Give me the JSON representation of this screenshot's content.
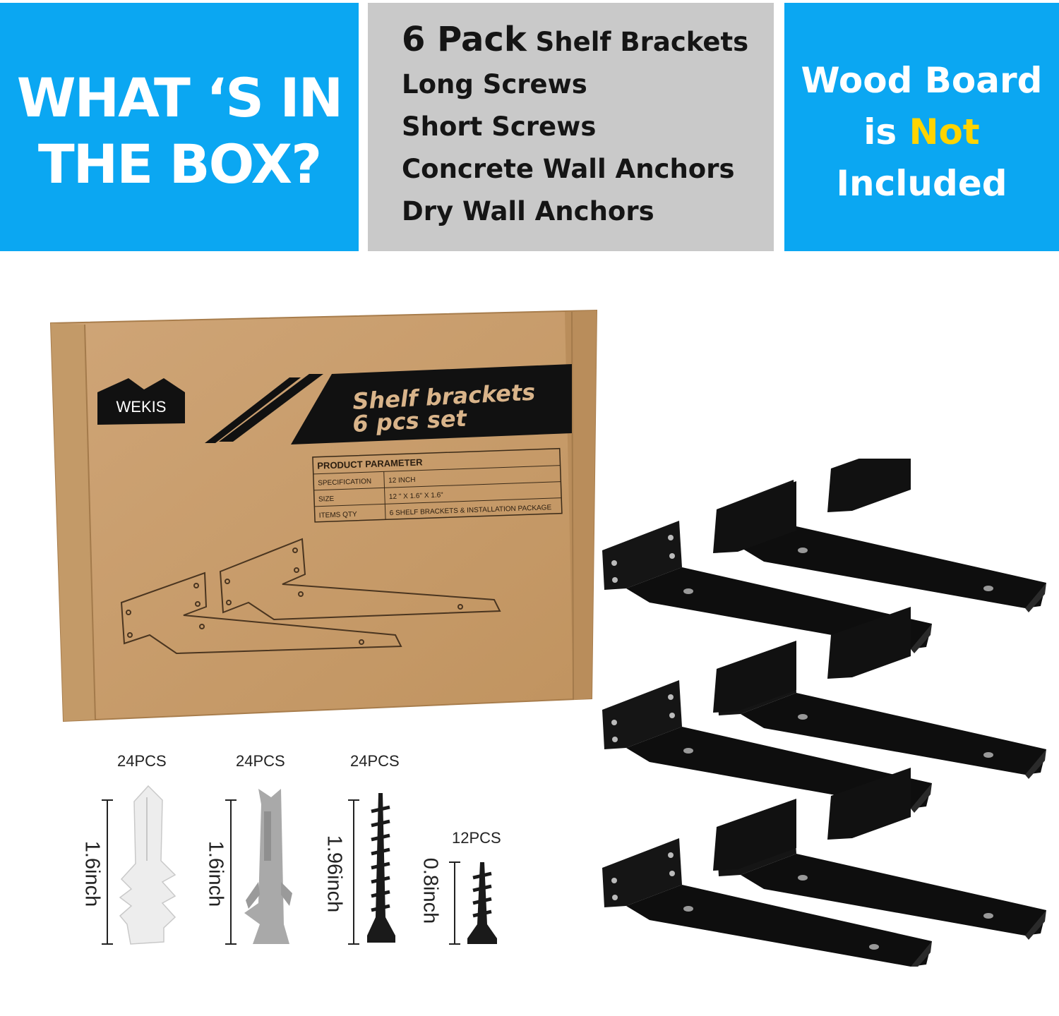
{
  "header": {
    "headline_line1": "WHAT ‘S IN",
    "headline_line2": "THE BOX?",
    "contents": {
      "item1_count": "6 Pack",
      "item1_name": "Shelf Brackets",
      "item2": "Long Screws",
      "item3": "Short Screws",
      "item4": "Concrete Wall Anchors",
      "item5": "Dry Wall Anchors"
    },
    "notice": {
      "line1": "Wood Board",
      "line2_prefix": "is",
      "line2_accent": "Not",
      "line3": "Included"
    },
    "colors": {
      "panel_blue": "#0ba7f2",
      "panel_gray": "#c9c9c9",
      "accent_yellow": "#ffd400"
    }
  },
  "box": {
    "brand": "WEKIS",
    "banner_line1": "Shelf brackets",
    "banner_line2": "6 pcs set",
    "table_title": "PRODUCT PARAMETER",
    "rows": [
      {
        "label": "SPECIFICATION",
        "value": "12 INCH"
      },
      {
        "label": "SIZE",
        "value": "12 \" X 1.6\" X 1.6\""
      },
      {
        "label": "ITEMS QTY",
        "value": "6 SHELF BRACKETS & INSTALLATION PACKAGE"
      }
    ]
  },
  "hardware": [
    {
      "name": "drywall-anchor",
      "count": "24PCS",
      "length": "1.6inch"
    },
    {
      "name": "concrete-anchor",
      "count": "24PCS",
      "length": "1.6inch"
    },
    {
      "name": "long-screw",
      "count": "24PCS",
      "length": "1.96inch"
    },
    {
      "name": "short-screw",
      "count": "12PCS",
      "length": "0.8inch"
    }
  ],
  "brackets": {
    "count": 6,
    "icon": "l-shelf-bracket-icon"
  }
}
